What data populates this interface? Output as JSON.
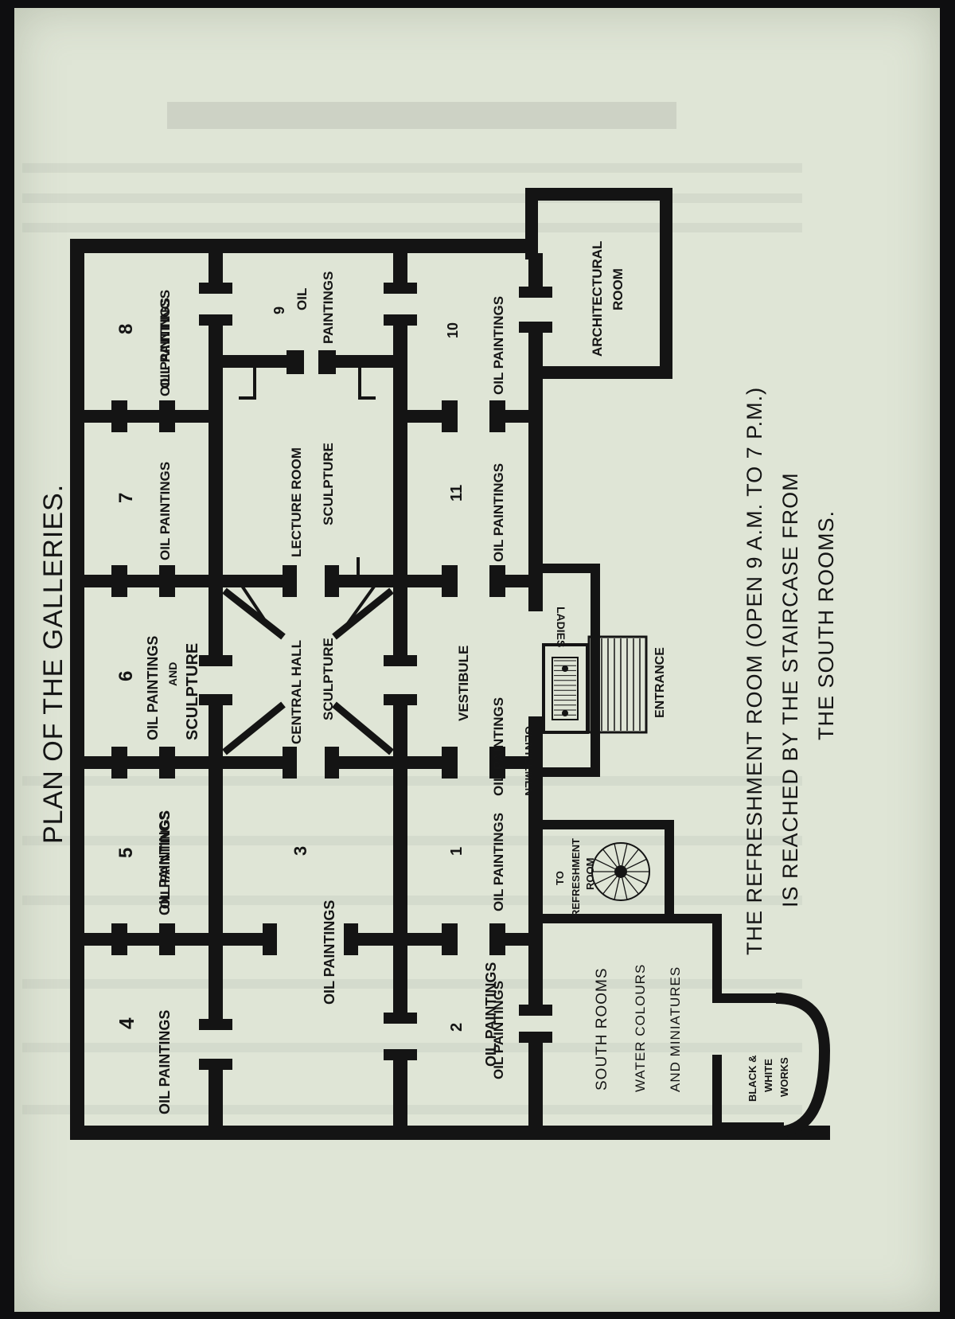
{
  "title": "PLAN OF THE GALLERIES.",
  "note_lines": [
    "THE REFRESHMENT ROOM (OPEN 9 A.M. TO 7 P.M.)",
    "IS REACHED BY THE STAIRCASE FROM",
    "THE SOUTH ROOMS."
  ],
  "labels": {
    "room4_number": "4",
    "room4_oil_left": "OIL PAINTINGS",
    "room4_oil_right": "OIL PAINTINGS",
    "room5_number": "5",
    "room5_oil": "OIL PAINTINGS",
    "room5_oil_right": "OIL PAINTINGS",
    "room6_number": "6",
    "room6_line1": "OIL PAINTINGS",
    "room6_line2": "AND",
    "room6_line3": "SCULPTURE",
    "room7_number": "7",
    "room7_oil_left": "OIL PAINTINGS",
    "room7_oil_right": "OIL PAINTINGS",
    "room8_number": "8",
    "room8_oil_left": "OIL PAINTINGS",
    "room8_oil_right": "OIL PAINTINGS",
    "room3_number": "3",
    "room3_oil": "OIL PAINTINGS",
    "central_hall": "CENTRAL HALL",
    "central_sculpture": "SCULPTURE",
    "lecture_room": "LECTURE   ROOM",
    "lecture_sculpture": "SCULPTURE",
    "room9_number": "9",
    "room9_line1": "OIL",
    "room9_line2": "PAINTINGS",
    "room2_number": "2",
    "room2_oil": "OIL PAINTINGS",
    "room1_number": "1",
    "room1_oil": "OIL PAINTINGS",
    "vestibule": "VESTIBULE",
    "room11_number": "11",
    "room11_oil": "OIL PAINTINGS",
    "room10_number": "10",
    "room10_oil": "OIL PAINTINGS",
    "architectural_line1": "ARCHITECTURAL",
    "architectural_line2": "ROOM",
    "ladies": "LADIES",
    "gentlemen": "GENTLEMEN",
    "entrance": "ENTRANCE",
    "refresh_line1": "TO",
    "refresh_line2": "REFRESHMENT",
    "refresh_line3": "ROOM",
    "south_rooms": "SOUTH ROOMS",
    "water_colours": "WATER COLOURS",
    "and_miniatures": "AND  MINIATURES",
    "bw_line1": "BLACK &",
    "bw_line2": "WHITE",
    "bw_line3": "WORKS"
  },
  "colors": {
    "paper": "#dfe5d6",
    "ink": "#141414",
    "background": "#0e0e10"
  }
}
